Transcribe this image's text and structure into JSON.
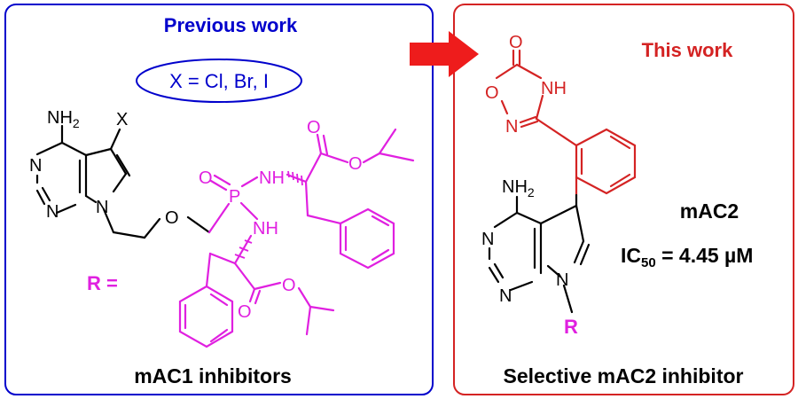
{
  "colors": {
    "previous": "#0000cc",
    "current": "#d42323",
    "substituent": "#e020e0",
    "arrow": "#ee1c1c",
    "text": "#000000"
  },
  "left_panel": {
    "header": "Previous work",
    "halogen_note": "X = Cl, Br, I",
    "caption": "mAC1 inhibitors",
    "r_label": "R ="
  },
  "right_panel": {
    "header": "This work",
    "compound": "mAC2",
    "ic50_label": "IC",
    "ic50_sub": "50",
    "ic50_value": " = 4.45 µM",
    "caption": "Selective mAC2 inhibitor"
  },
  "atoms": {
    "nh2_left": "NH",
    "nh2_left_sub": "2",
    "x": "X",
    "n1": "N",
    "n3": "N",
    "n7": "N",
    "o_link": "O",
    "o_p": "O",
    "p": "P",
    "nh_up": "NH",
    "nh_down": "NH",
    "o_ester_up": "O",
    "o_ester_up2": "O",
    "o_ester_dn": "O",
    "o_ester_dn2": "O",
    "oxd_o_carbonyl": "O",
    "oxd_o_ring": "O",
    "oxd_n": "N",
    "oxd_nh": "NH",
    "nh2_right": "NH",
    "nh2_right_sub": "2",
    "rn1": "N",
    "rn3": "N",
    "rn7": "N",
    "r": "R"
  }
}
